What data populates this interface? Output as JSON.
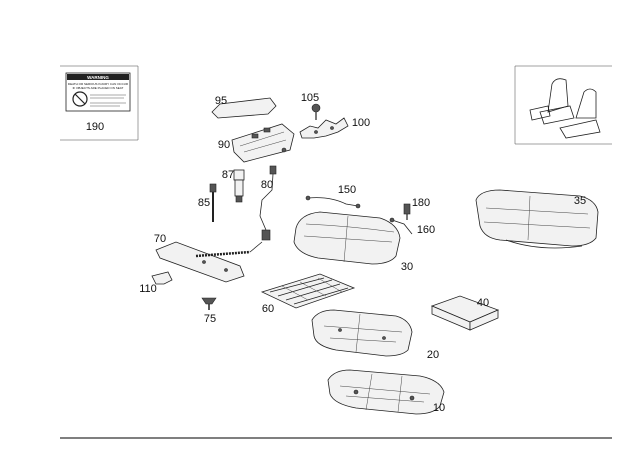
{
  "diagram": {
    "warning_label": {
      "heading": "WARNING",
      "line1": "DEATH OR SERIOUS INJURY CAN OCCUR",
      "line2": "IF OBJECTS ARE PLACED ON SEAT"
    },
    "callouts": {
      "p190": "190",
      "p95": "95",
      "p105": "105",
      "p100": "100",
      "p90": "90",
      "p87": "87",
      "p80": "80",
      "p85": "85",
      "p150": "150",
      "p180": "180",
      "p160": "160",
      "p35": "35",
      "p70": "70",
      "p30": "30",
      "p110": "110",
      "p40": "40",
      "p60": "60",
      "p75": "75",
      "p20": "20",
      "p10": "10"
    }
  }
}
